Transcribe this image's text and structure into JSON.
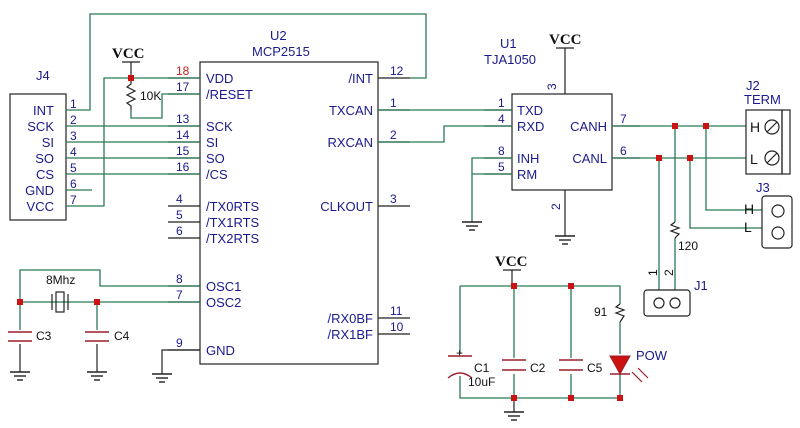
{
  "colors": {
    "wire": "#2a7a55",
    "body": "#222222",
    "junction": "#cc1111",
    "text": "#1a1a8c",
    "cap": "#9c1f2a",
    "pin_red": "#cc2020"
  },
  "j4": {
    "ref": "J4",
    "pins": [
      {
        "num": "1",
        "name": "INT"
      },
      {
        "num": "2",
        "name": "SCK"
      },
      {
        "num": "3",
        "name": "SI"
      },
      {
        "num": "4",
        "name": "SO"
      },
      {
        "num": "5",
        "name": "CS"
      },
      {
        "num": "6",
        "name": "GND"
      },
      {
        "num": "7",
        "name": "VCC"
      }
    ]
  },
  "u2": {
    "ref": "U2",
    "part": "MCP2515",
    "left_pins": [
      {
        "num": "18",
        "name": "VDD"
      },
      {
        "num": "17",
        "name": "/RESET"
      },
      {
        "num": "13",
        "name": "SCK"
      },
      {
        "num": "14",
        "name": "SI"
      },
      {
        "num": "15",
        "name": "SO"
      },
      {
        "num": "16",
        "name": "/CS"
      },
      {
        "num": "4",
        "name": "/TX0RTS"
      },
      {
        "num": "5",
        "name": "/TX1RTS"
      },
      {
        "num": "6",
        "name": "/TX2RTS"
      },
      {
        "num": "8",
        "name": "OSC1"
      },
      {
        "num": "7",
        "name": "OSC2"
      },
      {
        "num": "9",
        "name": "GND"
      }
    ],
    "right_pins": [
      {
        "num": "12",
        "name": "/INT"
      },
      {
        "num": "1",
        "name": "TXCAN"
      },
      {
        "num": "2",
        "name": "RXCAN"
      },
      {
        "num": "3",
        "name": "CLKOUT"
      },
      {
        "num": "11",
        "name": "/RX0BF"
      },
      {
        "num": "10",
        "name": "/RX1BF"
      }
    ]
  },
  "u1": {
    "ref": "U1",
    "part": "TJA1050",
    "left_pins": [
      {
        "num": "1",
        "name": "TXD"
      },
      {
        "num": "4",
        "name": "RXD"
      },
      {
        "num": "8",
        "name": "INH"
      },
      {
        "num": "5",
        "name": "RM"
      }
    ],
    "right_pins": [
      {
        "num": "7",
        "name": "CANH"
      },
      {
        "num": "6",
        "name": "CANL"
      }
    ],
    "top_pin": "3",
    "bottom_pin": "2"
  },
  "j2": {
    "ref": "J2",
    "label": "TERM",
    "pins": [
      "H",
      "L"
    ]
  },
  "j3": {
    "ref": "J3",
    "pins": [
      "H",
      "L"
    ]
  },
  "j1": {
    "ref": "J1",
    "pins": [
      "1",
      "2"
    ]
  },
  "power": {
    "vcc": "VCC"
  },
  "components": {
    "r_pullup": "10K",
    "crystal": "8Mhz",
    "c3": "C3",
    "c4": "C4",
    "r_term": "120",
    "r_led": "91",
    "c1": "C1",
    "c1_value": "10uF",
    "c2": "C2",
    "c5": "C5",
    "led": "POW"
  }
}
